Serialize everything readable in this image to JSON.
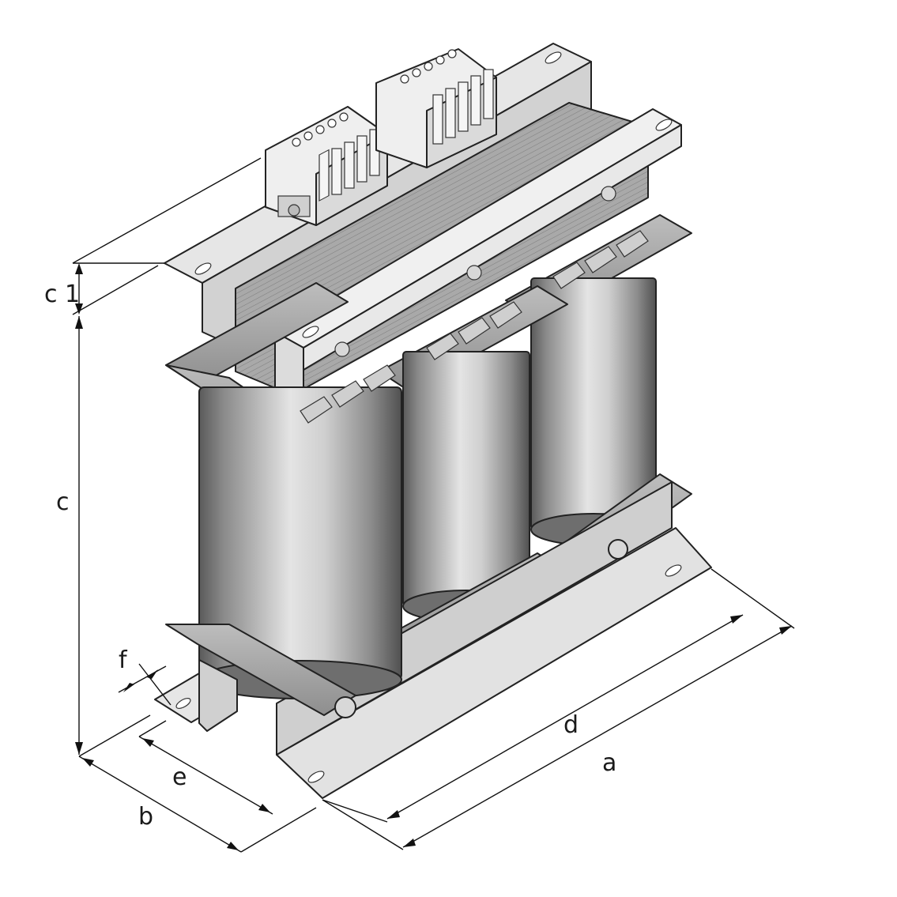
{
  "labels": {
    "c1": "c 1",
    "c": "c",
    "f": "f",
    "e": "e",
    "b": "b",
    "d": "d",
    "a": "a"
  },
  "colors": {
    "background": "#ffffff",
    "metal_light": "#ececec",
    "metal_mid": "#d4d4d4",
    "coil_dark": "#5c5c5c",
    "coil_light": "#dcdcdc",
    "outline": "#222222"
  }
}
